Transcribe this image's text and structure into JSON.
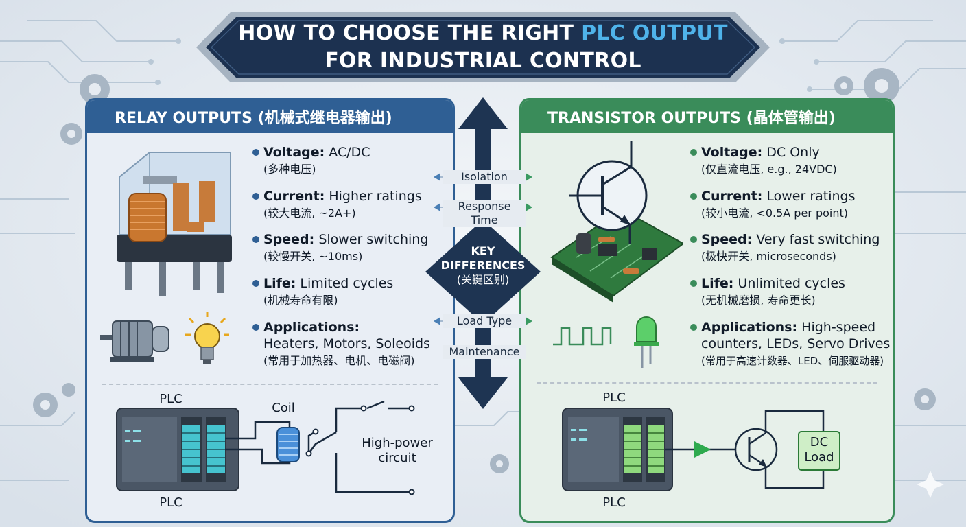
{
  "title": {
    "line1_prefix": "HOW TO CHOOSE THE RIGHT ",
    "line1_highlight": "PLC OUTPUT",
    "line2": "FOR INDUSTRIAL CONTROL"
  },
  "colors": {
    "relay_accent": "#2f5f94",
    "transistor_accent": "#3a8c5a",
    "title_highlight": "#4fb3ea",
    "center_arrow": "#1e3452"
  },
  "relay": {
    "heading": "RELAY OUTPUTS (机械式继电器输出)",
    "specs": [
      {
        "key": "Voltage:",
        "value": "AC/DC",
        "sub": "(多种电压)"
      },
      {
        "key": "Current:",
        "value": "Higher ratings",
        "sub": "(较大电流, ~2A+)"
      },
      {
        "key": "Speed:",
        "value": "Slower switching",
        "sub": "(较慢开关, ~10ms)"
      },
      {
        "key": "Life:",
        "value": "Limited cycles",
        "sub": "(机械寿命有限)"
      }
    ],
    "applications": {
      "key": "Applications:",
      "line1": "Heaters, Motors, Soleoids",
      "sub": "(常用于加热器、电机、电磁阀)"
    },
    "diagram": {
      "plc_top": "PLC",
      "plc_bottom": "PLC",
      "coil": "Coil",
      "circuit_line1": "High-power",
      "circuit_line2": "circuit"
    }
  },
  "transistor": {
    "heading": "TRANSISTOR OUTPUTS (晶体管输出)",
    "specs": [
      {
        "key": "Voltage:",
        "value": "DC Only",
        "sub": "(仅直流电压, e.g., 24VDC)"
      },
      {
        "key": "Current:",
        "value": "Lower ratings",
        "sub": "(较小电流, <0.5A per point)"
      },
      {
        "key": "Speed:",
        "value": "Very fast switching",
        "sub": "(极快开关, microseconds)"
      },
      {
        "key": "Life:",
        "value": "Unlimited cycles",
        "sub": "(无机械磨损, 寿命更长)"
      }
    ],
    "applications": {
      "key": "Applications:",
      "line1": "High-speed",
      "line2": "counters, LEDs, Servo Drives",
      "sub": "(常用于高速计数器、LED、伺服驱动器)"
    },
    "diagram": {
      "plc_top": "PLC",
      "plc_bottom": "PLC",
      "load_line1": "DC",
      "load_line2": "Load"
    }
  },
  "center": {
    "isolation": "Isolation",
    "response_line1": "Response",
    "response_line2": "Time",
    "key_line1": "KEY",
    "key_line2": "DIFFERENCES",
    "key_line3": "(关键区别)",
    "load_type": "Load Type",
    "maintenance": "Maintenance"
  }
}
